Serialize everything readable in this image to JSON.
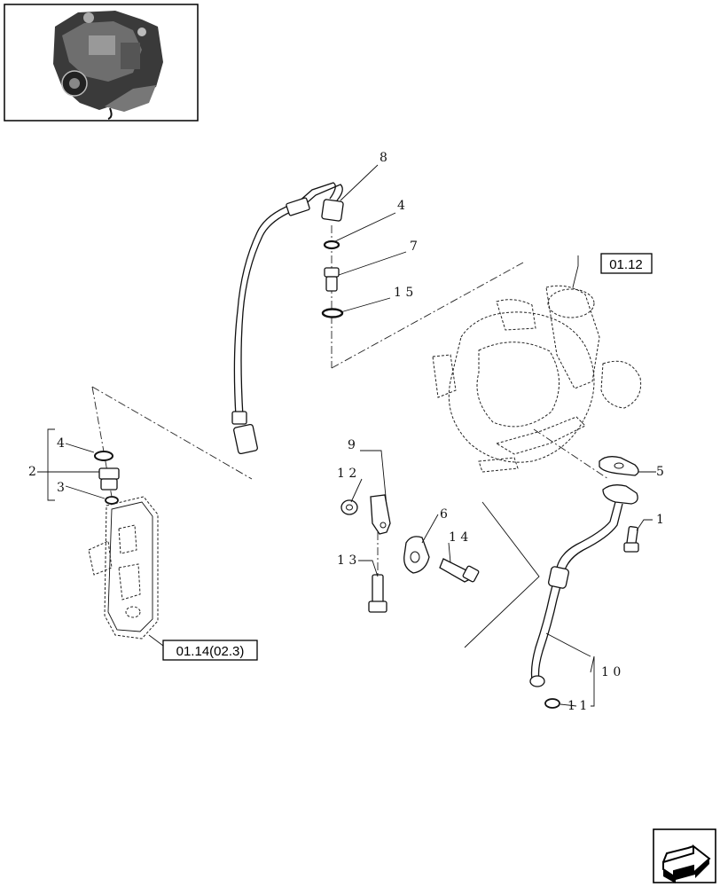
{
  "references": {
    "turbo_group": "01.12",
    "oil_filter_group": "01.14(02.3)"
  },
  "callouts": {
    "c1": "1",
    "c2": "2",
    "c3": "3",
    "c4a": "4",
    "c4b": "4",
    "c5": "5",
    "c6": "6",
    "c7": "7",
    "c8": "8",
    "c9": "9",
    "c10": "1 0",
    "c11": "1 1",
    "c12": "1 2",
    "c13": "1 3",
    "c14": "1 4",
    "c15": "1 5"
  },
  "icons": {
    "thumbnail": "engine-thumbnail-icon",
    "navigation": "next-page-arrow-icon"
  }
}
